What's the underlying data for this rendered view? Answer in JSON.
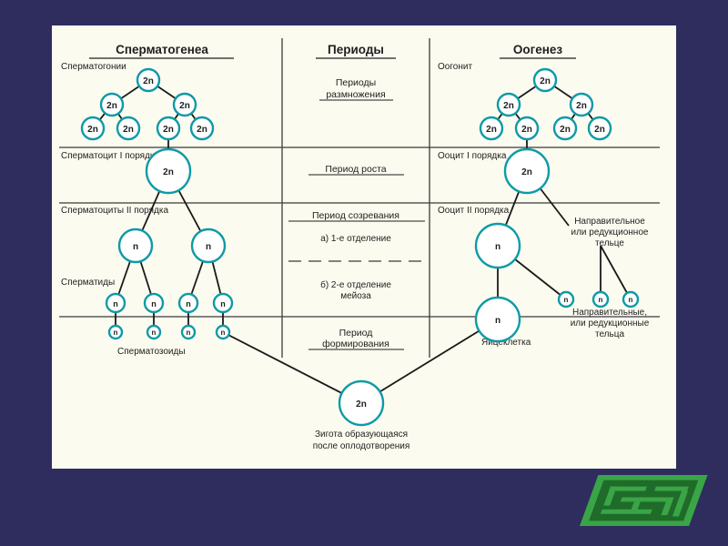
{
  "headers": {
    "left": "Сперматогенеа",
    "middle": "Периоды",
    "right": "Оогенез"
  },
  "periods": {
    "reproduction": [
      "Периоды",
      "размножения"
    ],
    "growth": "Период роста",
    "maturation": "Период созревания",
    "division1": "а)  1-е  отделение",
    "division2": [
      "б)  2-е  отделение",
      "мейоза"
    ],
    "formation": [
      "Период",
      "формирования"
    ]
  },
  "left_labels": {
    "spermatogonia": "Сперматогонии",
    "spermatocyte1": "Сперматоцит  I  порядка",
    "spermatocytes2": "Сперматоциты  II  порядка",
    "spermatids": "Сперматиды",
    "spermatozoa": "Сперматозоиды"
  },
  "right_labels": {
    "oogonium": "Оогонит",
    "oocyte1": "Ооцит  I  порядка",
    "oocyte2": "Ооцит  II  порядка",
    "polar_body1": [
      "Направительное",
      "или  редукционное",
      "тельце"
    ],
    "polar_bodies2": [
      "Направительные,",
      "или  редукционные",
      "тельца"
    ],
    "egg": "Яйцеклетка"
  },
  "zygote": {
    "ploidy": "2n",
    "caption": [
      "Зигота  образующаяся",
      "после  оплодотворения"
    ]
  },
  "ploidy": {
    "diploid": "2n",
    "haploid": "n"
  },
  "colors": {
    "background": "#2e2d5e",
    "panel": "#fbfbef",
    "cell_stroke": "#0e9aa7",
    "line": "#1a1a1a",
    "maze_green": "#2f8d3a"
  }
}
